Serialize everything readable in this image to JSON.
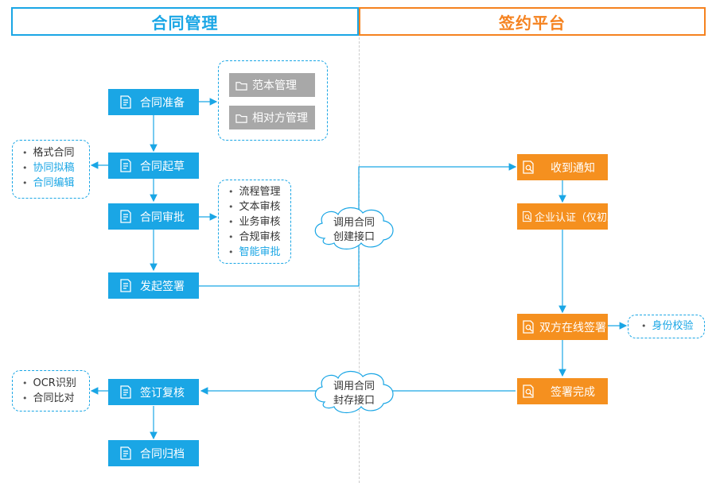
{
  "headers": {
    "left": "合同管理",
    "right": "签约平台"
  },
  "nodes": {
    "prep": "合同准备",
    "draft": "合同起草",
    "review": "合同审批",
    "initiate": "发起签署",
    "check": "签订复核",
    "archive": "合同归档",
    "notify": "收到通知",
    "cert": "企业认证（仅初次",
    "sign": "双方在线签署",
    "done": "签署完成"
  },
  "template_items": [
    "范本管理",
    "相对方管理"
  ],
  "draft_options": [
    {
      "label": "格式合同",
      "highlight": false
    },
    {
      "label": "协同拟稿",
      "highlight": true
    },
    {
      "label": "合同编辑",
      "highlight": true
    }
  ],
  "review_options": [
    {
      "label": "流程管理",
      "highlight": false
    },
    {
      "label": "文本审核",
      "highlight": false
    },
    {
      "label": "业务审核",
      "highlight": false
    },
    {
      "label": "合规审核",
      "highlight": false
    },
    {
      "label": "智能审批",
      "highlight": true
    }
  ],
  "check_options": [
    {
      "label": "OCR识别",
      "highlight": false
    },
    {
      "label": "合同比对",
      "highlight": false
    }
  ],
  "sign_extra": {
    "label": "身份校验",
    "highlight": true
  },
  "clouds": {
    "create": [
      "调用合同",
      "创建接口"
    ],
    "archive": [
      "调用合同",
      "封存接口"
    ]
  },
  "colors": {
    "blue": "#1aa6e5",
    "orange": "#f5901f",
    "gray": "#a8a8a8"
  }
}
